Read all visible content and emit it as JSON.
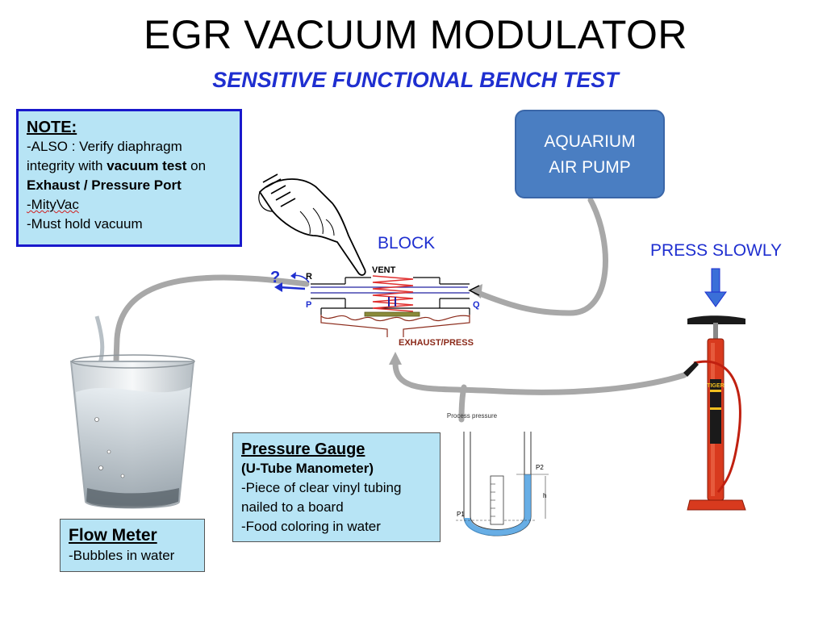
{
  "title": "EGR VACUUM MODULATOR",
  "subtitle": "SENSITIVE FUNCTIONAL BENCH TEST",
  "note": {
    "heading": "NOTE:",
    "line1_a": "-ALSO : Verify diaphragm",
    "line2_a": "integrity with ",
    "line2_b": "vacuum test",
    "line2_c": " on",
    "line3": "Exhaust / Pressure Port",
    "line4": "-MityVac",
    "line5": "-Must hold vacuum"
  },
  "air_pump": {
    "line1": "AQUARIUM",
    "line2": "AIR PUMP"
  },
  "block_label": "BLOCK",
  "press_slowly": "PRESS  SLOWLY",
  "modulator": {
    "vent": "VENT",
    "port_r": "R",
    "port_p": "P",
    "port_q": "Q",
    "exhaust": "EXHAUST/PRESS",
    "question": "?"
  },
  "manometer_caption": "Process pressure",
  "manometer_labels": {
    "p1": "P1",
    "p2": "P2",
    "h": "h"
  },
  "pressure_gauge": {
    "heading": "Pressure Gauge",
    "sub": "(U-Tube Manometer)",
    "line1": "-Piece of clear vinyl tubing",
    "line2": "nailed to a board",
    "line3": "-Food coloring in water"
  },
  "flow_meter": {
    "heading": "Flow Meter",
    "line1": "-Bubbles in water"
  },
  "pump_label": "TIGER",
  "colors": {
    "accent_blue": "#1f2fd0",
    "box_fill": "#b7e4f5",
    "pump_box": "#4a7ec2",
    "hose": "#a8a8a8",
    "spring": "#e03030",
    "exhaust_brown": "#8b2a1a",
    "bike_pump_red": "#d83a1e"
  }
}
